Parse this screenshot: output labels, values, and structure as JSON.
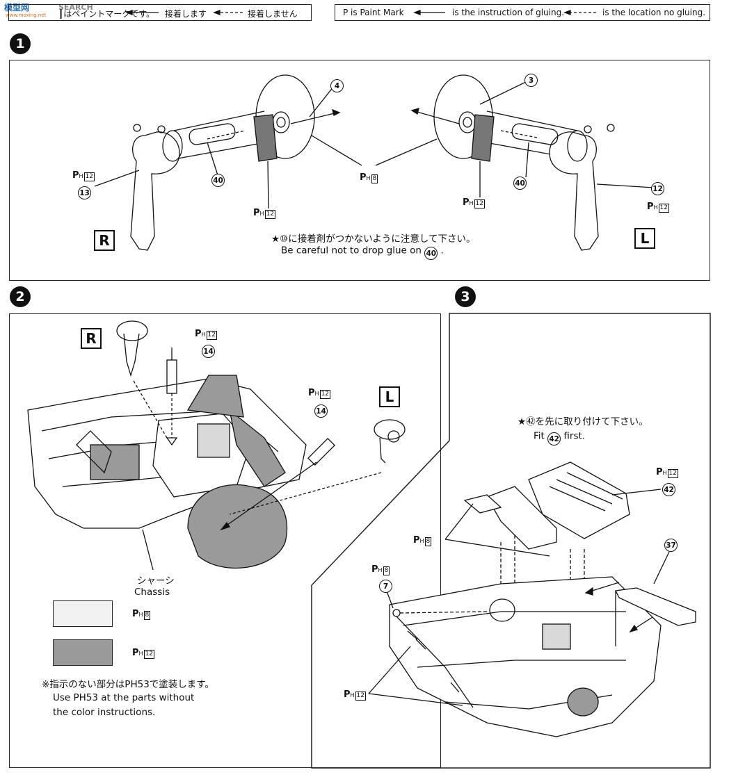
{
  "watermark": {
    "brand": "模型网",
    "search": "SEARCH",
    "url": "www.moxing.net"
  },
  "legend": {
    "jp": "┃はペイントマークです。",
    "jp_glue": "接着します",
    "jp_noglue": "接着しません",
    "en_mark": "P is Paint Mark",
    "en_glue": "is the instruction of gluing.",
    "en_noglue": "is the location no gluing."
  },
  "steps": {
    "s1": {
      "num": "1",
      "side_r": "R",
      "side_l": "L",
      "parts": [
        "4",
        "3",
        "40",
        "40",
        "13",
        "12"
      ],
      "paint": "PH12",
      "paint8": "PH8",
      "note_jp": "★⑩に接着剤がつかないように注意して下さい。",
      "note_en_a": "Be careful not to drop glue on",
      "note_part": "40",
      "note_en_b": "."
    },
    "s2": {
      "num": "2",
      "side_r": "R",
      "side_l": "L",
      "parts": [
        "14",
        "14"
      ],
      "chassis_jp": "シャーシ",
      "chassis_en": "Chassis",
      "note_jp": "※指示のない部分はPH53で塗装します。",
      "note_en1": "Use PH53 at the parts without",
      "note_en2": "the color instructions."
    },
    "s3": {
      "num": "3",
      "note_jp": "★㊷を先に取り付けて下さい。",
      "note_en_a": "Fit",
      "note_part": "42",
      "note_en_b": "first.",
      "parts": [
        "42",
        "37",
        "7"
      ]
    }
  },
  "paint_marks": {
    "p": "P",
    "h": "H",
    "n8": "8",
    "n12": "12",
    "n53": "53"
  },
  "colors": {
    "light_gray": "#f2f2f2",
    "dark_gray": "#9a9a9a",
    "line": "#111111"
  }
}
